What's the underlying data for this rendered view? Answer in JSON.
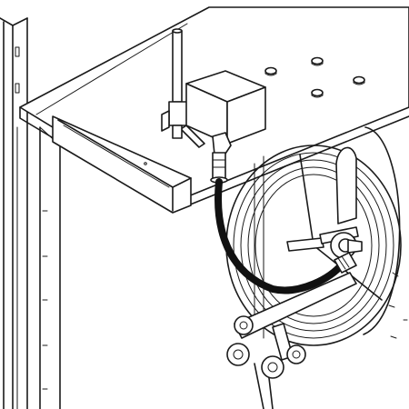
{
  "figure": {
    "kind": "technical line illustration",
    "components": [
      "frame-post",
      "tabletop",
      "rail-channel",
      "valve-pipe",
      "ball-valve",
      "pump-box",
      "elbow-fitting",
      "hose",
      "hose-reel",
      "mount-bracket",
      "bolt-heads"
    ],
    "colors": {
      "line": "#1a1a1a",
      "hose": "#111111",
      "background": "#ffffff"
    }
  }
}
